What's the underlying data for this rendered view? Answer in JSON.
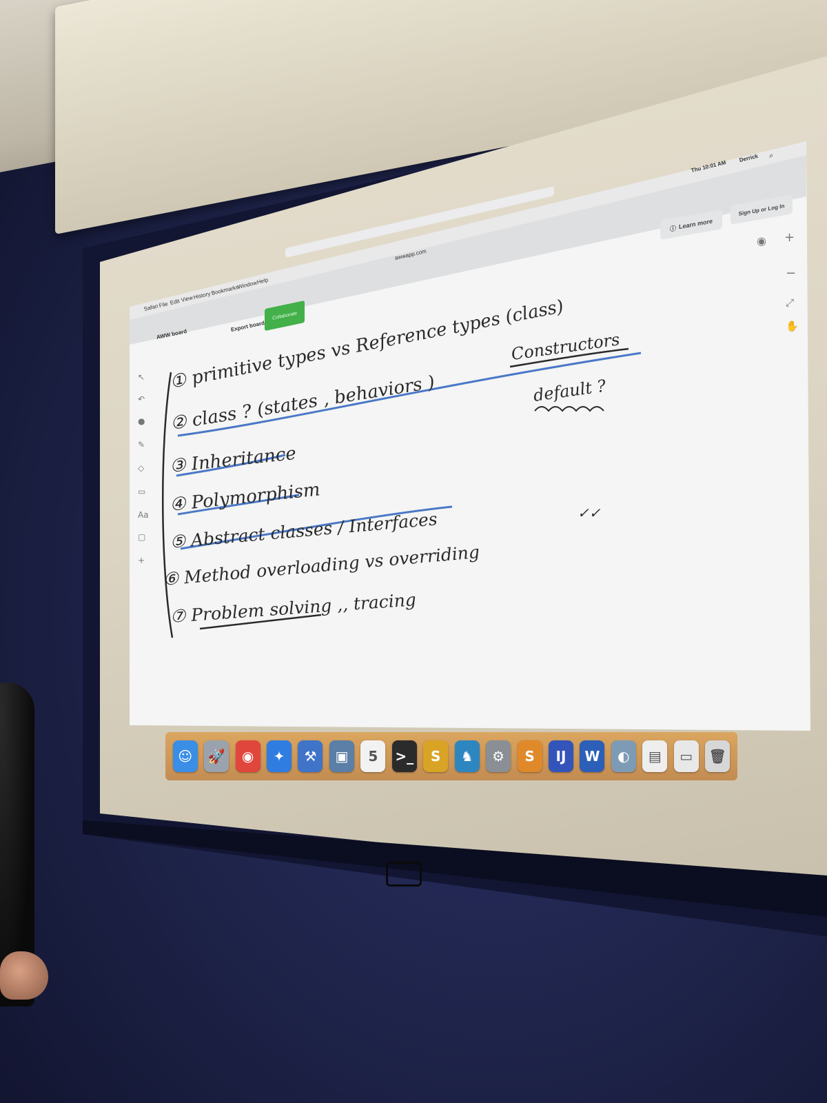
{
  "menubar": {
    "items": [
      "Safari",
      "File",
      "Edit",
      "View",
      "History",
      "Bookmarks",
      "Window",
      "Help"
    ],
    "clock": "Thu 10:01 AM",
    "user": "Derrick"
  },
  "browser": {
    "url": "awwapp.com"
  },
  "app": {
    "board_name": "AWW board",
    "export_label": "Export board",
    "collaborate_label": "Collaborate",
    "learn_more_label": "Learn more",
    "signup_label": "Sign Up or Log In"
  },
  "whiteboard": {
    "lines": [
      "① primitive types  vs  Reference types (class)",
      "② class ?  (states , behaviors )",
      "Constructors",
      "default ?",
      "③ Inheritance",
      "④ Polymorphism",
      "⑤ Abstract classes  / Interfaces",
      "⑥ Method overloading  vs  overriding",
      "⑦ Problem solving ,, tracing",
      "✓✓"
    ]
  },
  "dock": {
    "icons": [
      {
        "name": "finder-icon",
        "glyph": "☺",
        "color": "#3a8ee6"
      },
      {
        "name": "launchpad-icon",
        "glyph": "🚀",
        "color": "#9aa3ad"
      },
      {
        "name": "chrome-icon",
        "glyph": "◉",
        "color": "#e0463b"
      },
      {
        "name": "safari-icon",
        "glyph": "✦",
        "color": "#2f7de1"
      },
      {
        "name": "xcode-icon",
        "glyph": "⚒",
        "color": "#3f74c9"
      },
      {
        "name": "preview-icon",
        "glyph": "▣",
        "color": "#5b7fa6"
      },
      {
        "name": "calendar-icon",
        "glyph": "5",
        "color": "#f2f2f2"
      },
      {
        "name": "terminal-icon",
        "glyph": ">_",
        "color": "#2b2b2b"
      },
      {
        "name": "slides-icon",
        "glyph": "S",
        "color": "#d9a425"
      },
      {
        "name": "kindle-icon",
        "glyph": "♞",
        "color": "#2e86c1"
      },
      {
        "name": "system-prefs-icon",
        "glyph": "⚙",
        "color": "#8a8f96"
      },
      {
        "name": "sublime-icon",
        "glyph": "S",
        "color": "#e0892a"
      },
      {
        "name": "intellij-icon",
        "glyph": "IJ",
        "color": "#3355bb"
      },
      {
        "name": "word-icon",
        "glyph": "W",
        "color": "#2c5fb8"
      },
      {
        "name": "photos-icon",
        "glyph": "◐",
        "color": "#7e9bb5"
      },
      {
        "name": "document-icon",
        "glyph": "▤",
        "color": "#eeeeee"
      },
      {
        "name": "downloads-icon",
        "glyph": "▭",
        "color": "#e8e8e8"
      },
      {
        "name": "trash-icon",
        "glyph": "🗑",
        "color": "#d7d7d7"
      }
    ]
  },
  "ink_color": "#2a2a2a",
  "highlight_color": "#4a78c8"
}
